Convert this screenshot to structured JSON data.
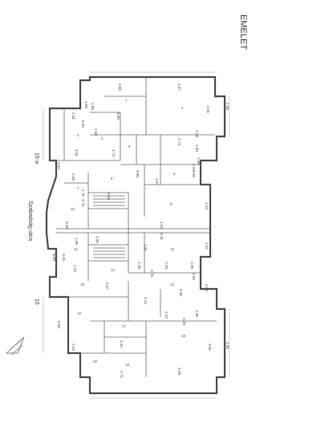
{
  "plan": {
    "title": "EMELET",
    "street": "Szabadság utca",
    "marker_top": "15-a",
    "marker_bottom": "15",
    "dim_labels": [
      "3.80",
      "4.37",
      "2.86",
      "4.88",
      "3.61",
      "2.31",
      "2.08",
      "1.60",
      "3.74",
      "1.50",
      "3.31",
      "1.74",
      "2.46",
      "3.67",
      "2.97",
      "3.06",
      "2.28",
      "1.62",
      "1.70",
      "1.70",
      "0.30",
      "2.34",
      "3.35",
      "4.52",
      "4.31",
      "2.41",
      "2.37",
      "1.90",
      "1.96",
      "0.99",
      "0.25",
      "2.26",
      "2.05",
      "1.13",
      "1.38",
      "3.76",
      "1.50",
      "2.00",
      "3.48",
      "1.30",
      "2.42",
      "4.49",
      "5.60",
      "3.42",
      "3.61",
      "4.85",
      "2.94",
      "4.49",
      "2.72",
      "0.40",
      "3.60",
      "2.40",
      "0.90",
      "1.14",
      "0.37"
    ],
    "room_labels": [
      "1",
      "2",
      "3",
      "4",
      "5",
      "6",
      "7",
      "8",
      "9",
      "10",
      "11",
      "12",
      "13",
      "14",
      "15",
      "16",
      "17",
      "18",
      "19",
      "20"
    ]
  }
}
